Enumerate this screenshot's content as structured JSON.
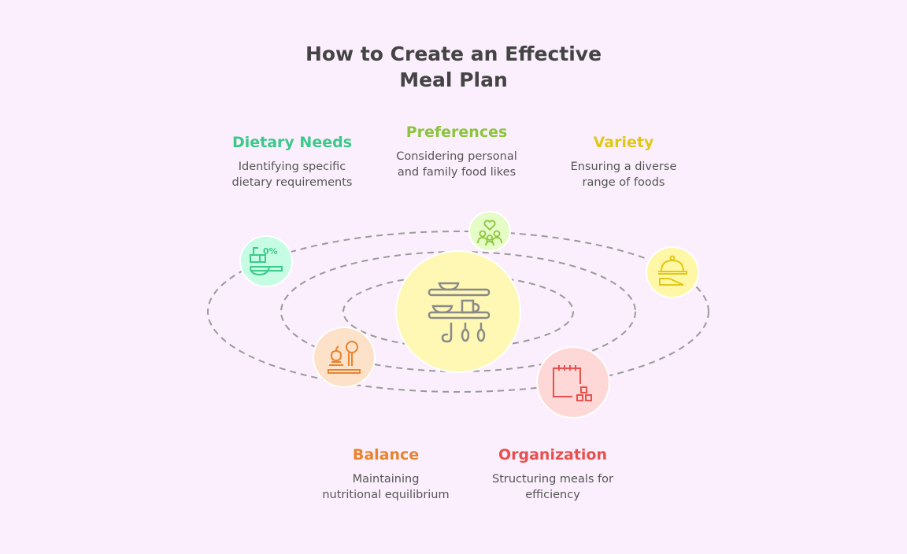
{
  "title_line1": "How to Create an Effective",
  "title_line2": "Meal Plan",
  "center_icon": "kitchen-shelf-icon",
  "items": [
    {
      "title": "Dietary Needs",
      "desc1": "Identifying specific",
      "desc2": "dietary requirements",
      "color": "#3cc98a",
      "bg": "#c5fce3",
      "icon": "scoop-percent-icon"
    },
    {
      "title": "Preferences",
      "desc1": "Considering personal",
      "desc2": "and family food likes",
      "color": "#8cc43c",
      "bg": "#e6fcc6",
      "icon": "family-heart-icon"
    },
    {
      "title": "Variety",
      "desc1": "Ensuring a diverse",
      "desc2": "range of foods",
      "color": "#e0c816",
      "bg": "#fff7a6",
      "icon": "cloche-icon"
    },
    {
      "title": "Balance",
      "desc1": "Maintaining",
      "desc2": "nutritional equilibrium",
      "color": "#e8832e",
      "bg": "#fde1c9",
      "icon": "scale-apple-icon"
    },
    {
      "title": "Organization",
      "desc1": "Structuring meals for",
      "desc2": "efficiency",
      "color": "#e8504e",
      "bg": "#fdd8d6",
      "icon": "calendar-blocks-icon"
    }
  ]
}
